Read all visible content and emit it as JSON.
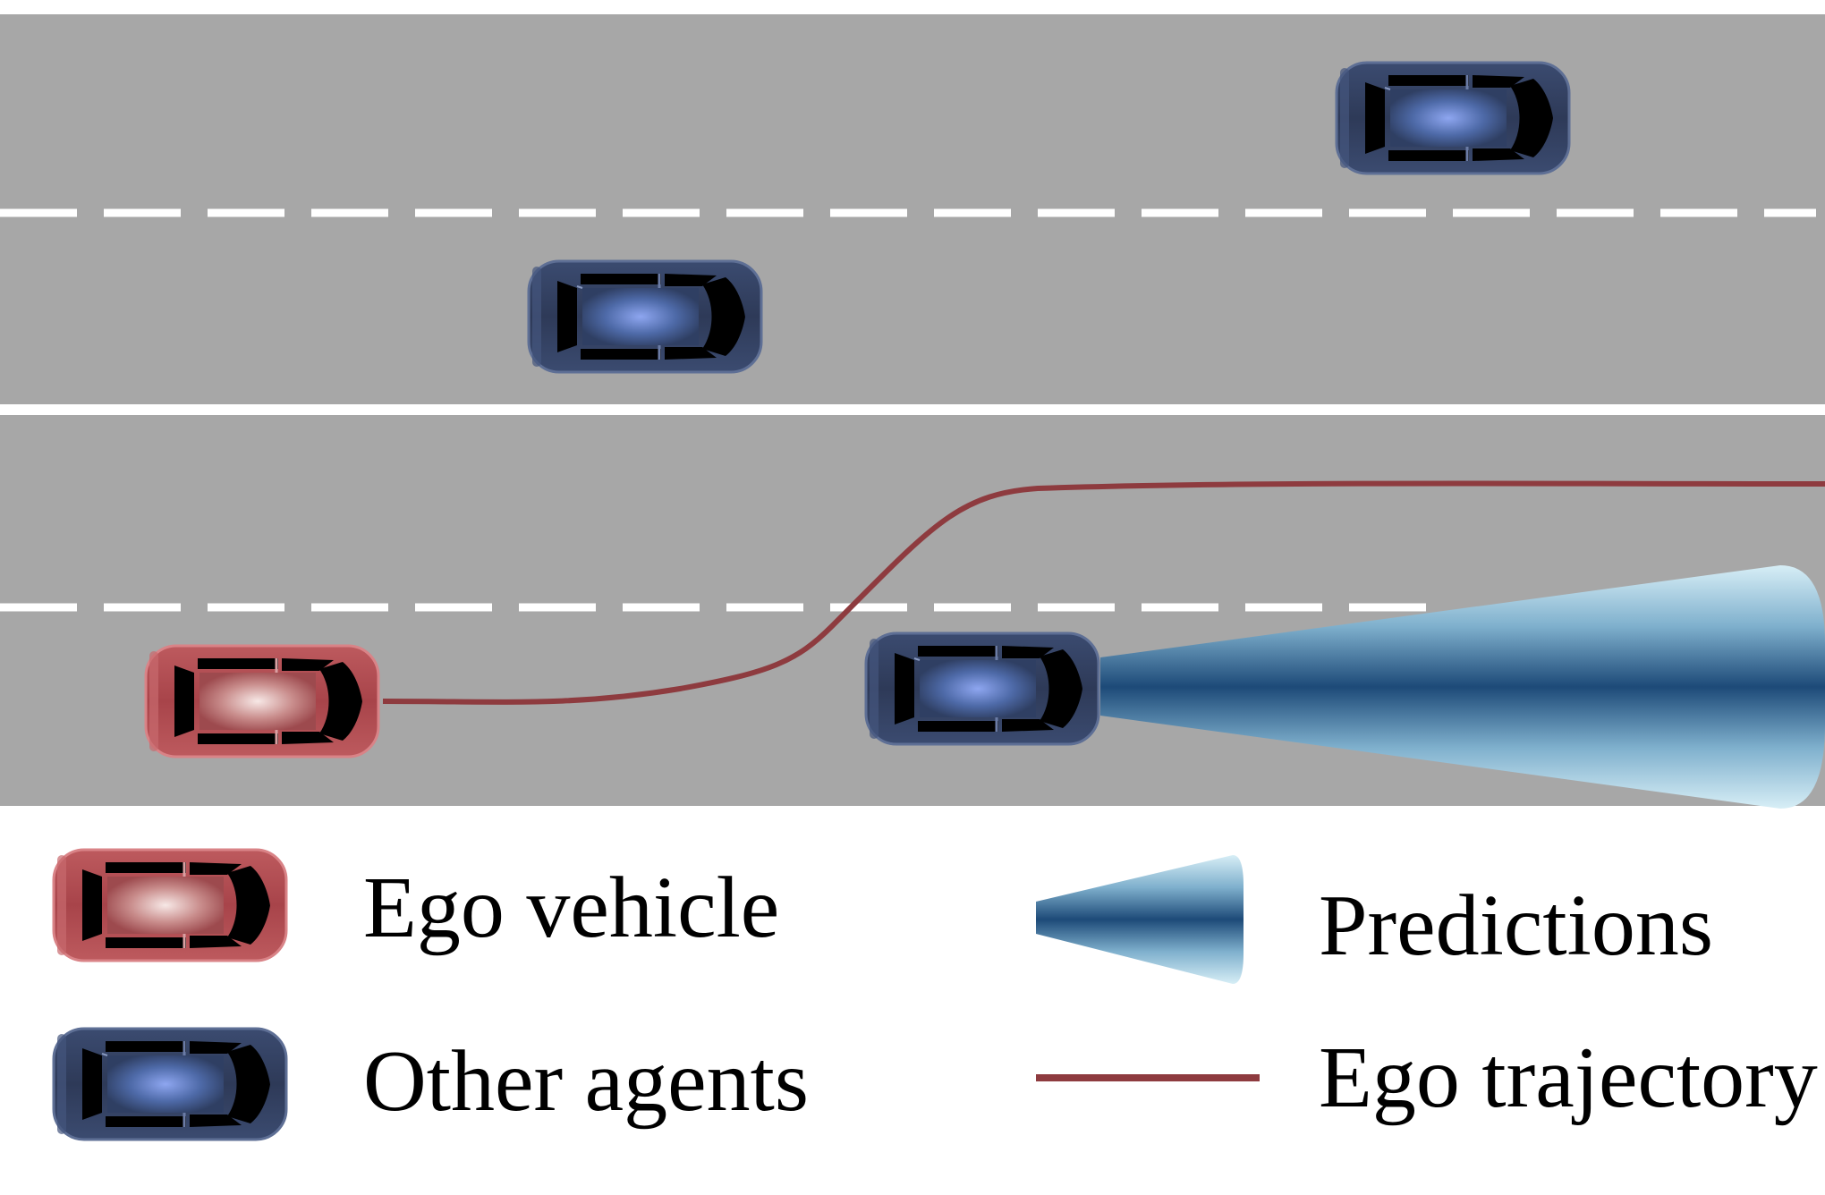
{
  "legend": {
    "ego_vehicle": "Ego vehicle",
    "other_agents": "Other agents",
    "predictions": "Predictions",
    "ego_trajectory": "Ego trajectory"
  },
  "colors": {
    "road": "#a7a7a7",
    "lane_marking": "#ffffff",
    "ego_body": "#b04a4f",
    "agent_body": "#323f5e",
    "trajectory": "#8e3b3f",
    "prediction_dark": "#1f4d7a",
    "prediction_light": "#cfe8f2"
  },
  "icons": {
    "ego": "ego-car-icon",
    "agent": "agent-car-icon",
    "prediction": "prediction-cone-icon",
    "trajectory": "trajectory-line-icon"
  }
}
